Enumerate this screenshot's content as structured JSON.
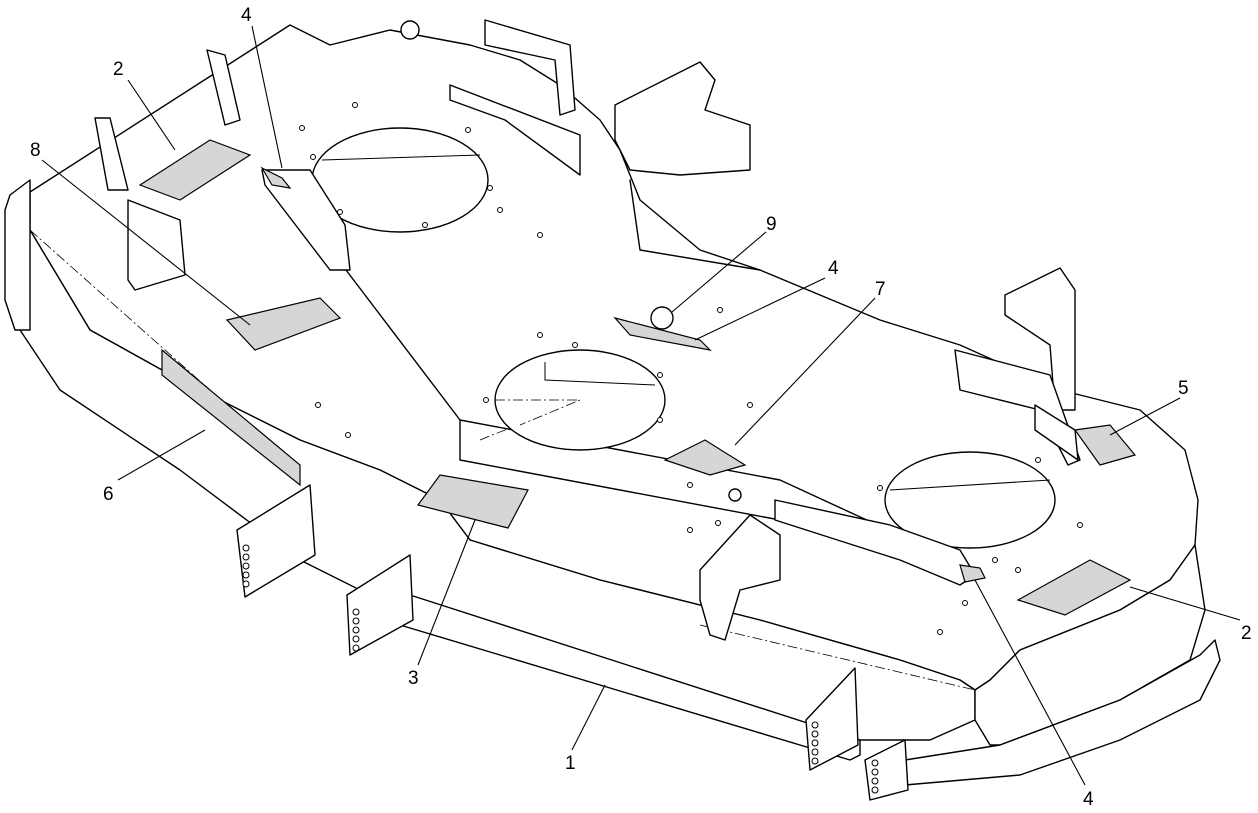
{
  "callouts": [
    {
      "id": "c-4-top",
      "label": "4"
    },
    {
      "id": "c-2-left",
      "label": "2"
    },
    {
      "id": "c-8",
      "label": "8"
    },
    {
      "id": "c-9",
      "label": "9"
    },
    {
      "id": "c-4-mid",
      "label": "4"
    },
    {
      "id": "c-7",
      "label": "7"
    },
    {
      "id": "c-5",
      "label": "5"
    },
    {
      "id": "c-6",
      "label": "6"
    },
    {
      "id": "c-3",
      "label": "3"
    },
    {
      "id": "c-2-right",
      "label": "2"
    },
    {
      "id": "c-1",
      "label": "1"
    },
    {
      "id": "c-4-bottom",
      "label": "4"
    }
  ]
}
